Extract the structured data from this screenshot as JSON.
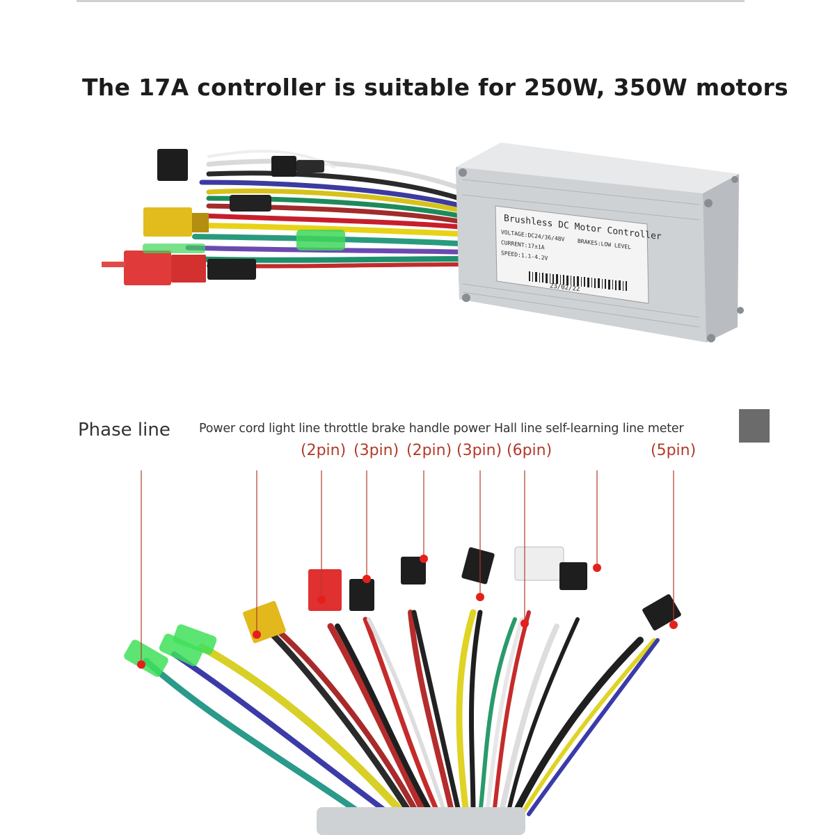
{
  "headline": "The 17A controller is suitable for 250W, 350W motors",
  "controller_label": {
    "title": "Brushless DC Motor Controller",
    "voltage": "VOLTAGE:DC24/36/48V",
    "brakes": "BRAKES:LOW LEVEL",
    "current": "CURRENT:17±1A",
    "speed": "SPEED:1.1-4.2V",
    "date": "23/02/22"
  },
  "diagram": {
    "phase_label": "Phase line",
    "wire_labels": "Power cord light line throttle brake handle power Hall line self-learning line meter",
    "pins": {
      "p1": "(2pin)",
      "p2": "(3pin)",
      "p3": "(2pin)",
      "p4": "(3pin)",
      "p5": "(6pin)",
      "p6": "(5pin)"
    }
  },
  "colors": {
    "callout": "#b23a2a",
    "marker": "#e5201b",
    "swatch": "#6b6b6b"
  }
}
